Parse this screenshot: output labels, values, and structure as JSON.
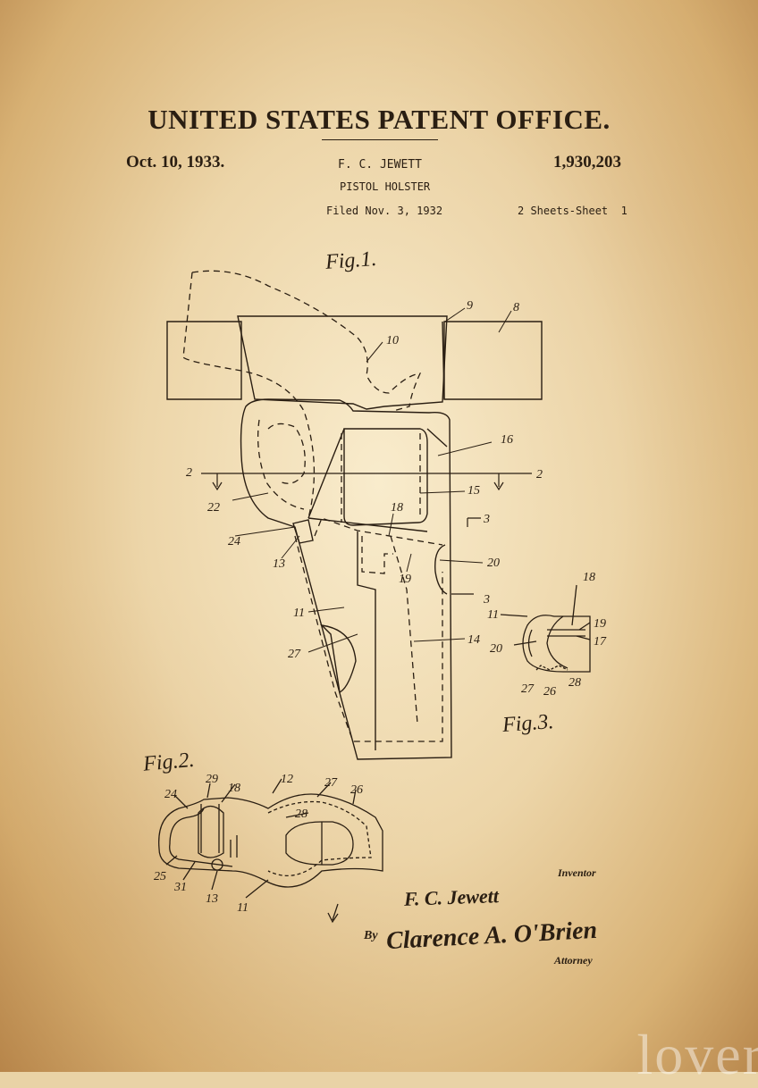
{
  "header": {
    "office": "UNITED STATES PATENT OFFICE.",
    "date": "Oct. 10, 1933.",
    "patent_number": "1,930,203",
    "inventor_name": "F. C. JEWETT",
    "invention_title": "PISTOL HOLSTER",
    "filed": "Filed Nov. 3, 1932",
    "sheets": "2 Sheets-Sheet  1"
  },
  "figures": {
    "fig1_label": "Fig.1.",
    "fig2_label": "Fig.2.",
    "fig3_label": "Fig.3.",
    "fig1_refs": [
      "9",
      "8",
      "10",
      "16",
      "2",
      "2",
      "15",
      "22",
      "18",
      "3",
      "24",
      "13",
      "20",
      "19",
      "3",
      "11",
      "14",
      "27"
    ],
    "fig2_refs": [
      "24",
      "29",
      "18",
      "12",
      "27",
      "26",
      "28",
      "25",
      "31",
      "13",
      "11"
    ],
    "fig3_refs": [
      "18",
      "11",
      "19",
      "17",
      "20",
      "27",
      "26",
      "28"
    ]
  },
  "signatures": {
    "inventor_label": "Inventor",
    "inventor_signature": "F. C. Jewett",
    "by": "By",
    "attorney_signature": "Clarence A. O'Brien",
    "attorney_label": "Attorney"
  },
  "watermark": "lover",
  "colors": {
    "ink": "#2a1e12",
    "paper": "#e9d3a6"
  }
}
